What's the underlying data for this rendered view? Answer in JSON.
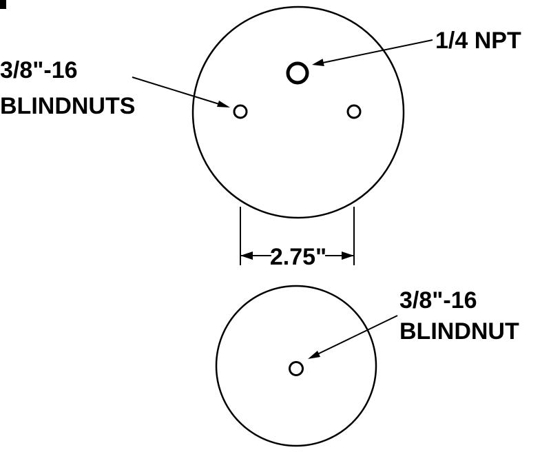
{
  "diagram": {
    "title": "air spring mounting plate drawing",
    "colors": {
      "line": "#000000",
      "background": "#ffffff"
    },
    "top_view": {
      "port_label": "1/4 NPT",
      "blindnuts_label_line1": "3/8\"-16",
      "blindnuts_label_line2": "BLINDNUTS",
      "dimension_label": "2.75\""
    },
    "bottom_view": {
      "blindnut_label_line1": "3/8\"-16",
      "blindnut_label_line2": "BLINDNUT"
    }
  }
}
